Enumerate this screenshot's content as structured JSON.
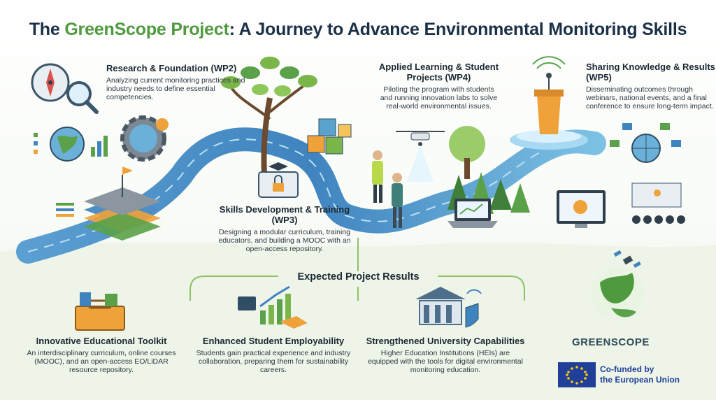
{
  "title": {
    "prefix": "The ",
    "accent": "GreenScope Project",
    "suffix": ": A Journey to Advance Environmental Monitoring Skills"
  },
  "stages": {
    "wp2": {
      "heading": "Research & Foundation (WP2)",
      "description": "Analyzing current monitoring practices and industry needs to define essential competencies."
    },
    "wp3": {
      "heading": "Skills Development & Training (WP3)",
      "description": "Designing a modular curriculum, training educators, and building a MOOC with an open-access repository."
    },
    "wp4": {
      "heading": "Applied Learning & Student Projects (WP4)",
      "description": "Piloting the program with students and running innovation labs to solve real-world environmental issues."
    },
    "wp5": {
      "heading": "Sharing Knowledge & Results (WP5)",
      "description": "Disseminating outcomes through webinars, national events, and a final conference to ensure long-term impact."
    }
  },
  "results": {
    "title": "Expected Project Results",
    "items": [
      {
        "heading": "Innovative Educational Toolkit",
        "description": "An interdisciplinary curriculum, online courses (MOOC), and an open-access EO/LiDAR resource repository."
      },
      {
        "heading": "Enhanced Student Employability",
        "description": "Students gain practical experience and industry collaboration, preparing them for sustainability careers."
      },
      {
        "heading": "Strengthened University Capabilities",
        "description": "Higher Education Institutions (HEIs) are equipped with the tools for digital environmental monitoring education."
      }
    ]
  },
  "brand": {
    "name": "GREENSCOPE",
    "funding_line1": "Co-funded by",
    "funding_line2": "the European Union"
  },
  "colors": {
    "accent_green": "#4f9a3e",
    "title_navy": "#1b3047",
    "river_blue": "#4d8fc4",
    "eu_blue": "#1f3f99",
    "eu_yellow": "#ffcc00"
  }
}
